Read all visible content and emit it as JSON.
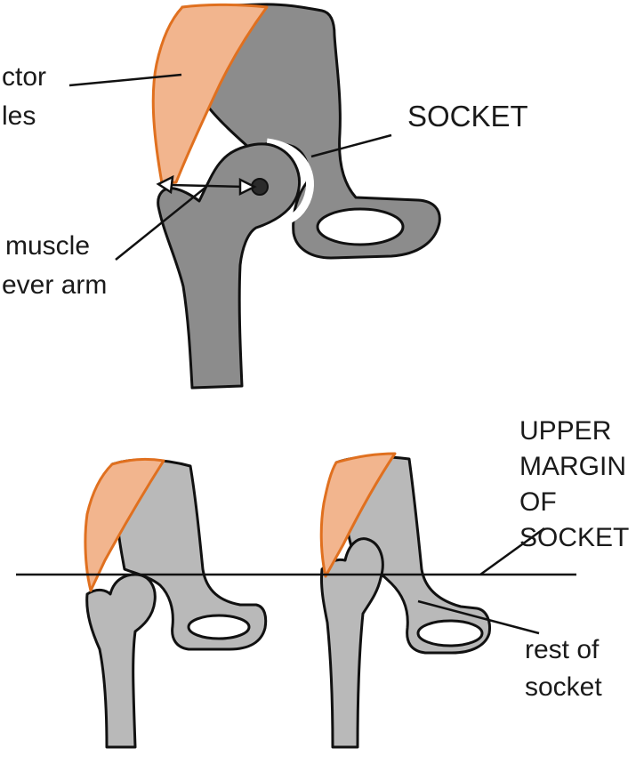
{
  "labels": {
    "abductor_line1": "ctor",
    "abductor_line2": "les",
    "socket": "SOCKET",
    "lever_line1": "muscle",
    "lever_line2": "ever arm",
    "upper_margin_line1": "UPPER",
    "upper_margin_line2": "MARGIN",
    "upper_margin_line3": "OF",
    "upper_margin_line4": "SOCKET",
    "rest_line1": "rest of",
    "rest_line2": "socket"
  },
  "colors": {
    "bone_dark": "#8c8c8c",
    "bone_light": "#b9b9b9",
    "muscle_fill": "#f2b58e",
    "muscle_edge": "#e0701f"
  }
}
